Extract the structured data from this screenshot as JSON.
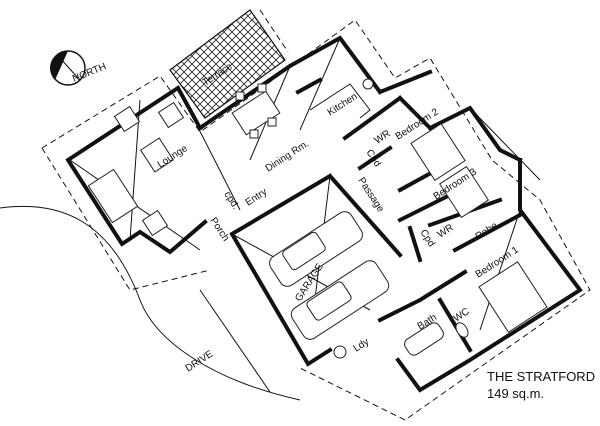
{
  "compass": {
    "label": "NORTH"
  },
  "rooms": {
    "terrace": "Terrace",
    "lounge": "Lounge",
    "dining": "Dining Rm.",
    "kitchen": "Kitchen",
    "wr1": "WR",
    "bedroom2": "Bedroom 2",
    "cpd1": "Cpd",
    "passage": "Passage",
    "cpd_entry": "cpd.",
    "entry": "Entry",
    "porch": "Porch",
    "bedroom3": "Bedroom 3",
    "cpd2": "Cpd",
    "wr2": "WR",
    "robe": "Robe",
    "bedroom1": "Bedroom 1",
    "garage": "GARAGE",
    "bath": "Bath",
    "wc": "WC",
    "ldy": "Ldy",
    "drive": "DRIVE"
  },
  "title": {
    "name": "THE STRATFORD",
    "area": "149 sq.m."
  }
}
